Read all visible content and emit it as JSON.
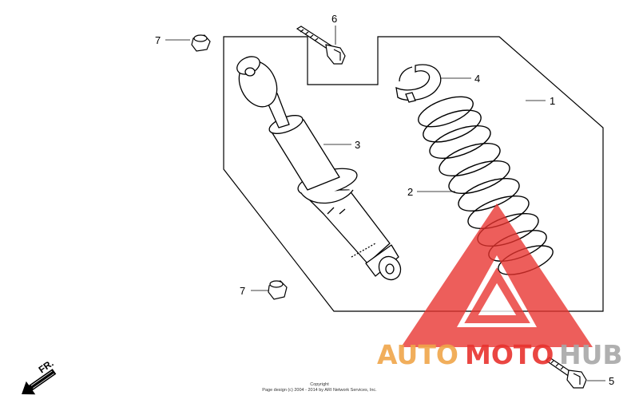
{
  "callouts": {
    "c1": "1",
    "c2": "2",
    "c3": "3",
    "c4": "4",
    "c5": "5",
    "c6": "6",
    "c7a": "7",
    "c7b": "7"
  },
  "direction": "FR.",
  "copyright": {
    "line1": "Copyright",
    "line2": "Page design (c) 2004 - 2014 by ARI Network Services, Inc."
  },
  "watermark": {
    "part1": "AUTO",
    "part2": "MOTO",
    "part3": "HUB",
    "colors": {
      "orange": "#f0a64a",
      "red": "#e8322e",
      "grey": "#a8a8a8"
    }
  },
  "icons": [
    "arrow-fr-icon",
    "watermark-triangle-icon"
  ]
}
